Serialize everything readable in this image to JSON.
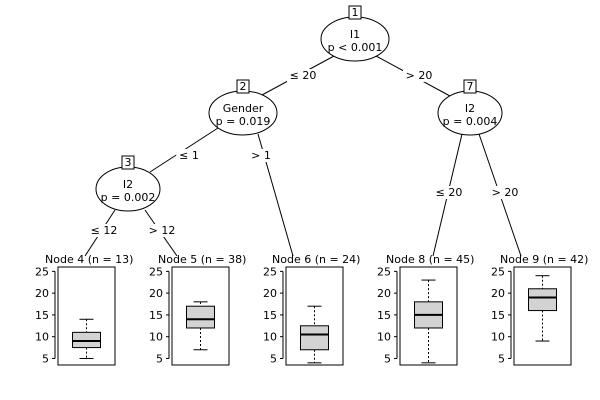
{
  "chart_data": {
    "type": "decision-tree-boxplot",
    "y_ticks": [
      5,
      10,
      15,
      20,
      25
    ],
    "ylim": [
      3.5,
      26
    ],
    "inner_nodes": [
      {
        "id": "1",
        "variable": "I1",
        "p_label": "p < 0.001"
      },
      {
        "id": "2",
        "variable": "Gender",
        "p_label": "p = 0.019"
      },
      {
        "id": "3",
        "variable": "I2",
        "p_label": "p = 0.002"
      },
      {
        "id": "7",
        "variable": "I2",
        "p_label": "p = 0.004"
      }
    ],
    "edges": [
      {
        "from": "1",
        "to": "2",
        "label": "≤ 20"
      },
      {
        "from": "1",
        "to": "7",
        "label": "> 20"
      },
      {
        "from": "2",
        "to": "3",
        "label": "≤ 1"
      },
      {
        "from": "2",
        "to": "6",
        "label": "> 1"
      },
      {
        "from": "3",
        "to": "4",
        "label": "≤ 12"
      },
      {
        "from": "3",
        "to": "5",
        "label": "> 12"
      },
      {
        "from": "7",
        "to": "8",
        "label": "≤ 20"
      },
      {
        "from": "7",
        "to": "9",
        "label": "> 20"
      }
    ],
    "terminal_nodes": [
      {
        "id": "4",
        "label": "Node 4 (n = 13)",
        "min": 5,
        "q1": 7.5,
        "median": 9,
        "q3": 11,
        "max": 14
      },
      {
        "id": "5",
        "label": "Node 5 (n = 38)",
        "min": 7,
        "q1": 12,
        "median": 14,
        "q3": 17,
        "max": 18
      },
      {
        "id": "6",
        "label": "Node 6 (n = 24)",
        "min": 4,
        "q1": 7,
        "median": 10.5,
        "q3": 12.5,
        "max": 17
      },
      {
        "id": "8",
        "label": "Node 8 (n = 45)",
        "min": 4,
        "q1": 12,
        "median": 15,
        "q3": 18,
        "max": 23
      },
      {
        "id": "9",
        "label": "Node 9 (n = 42)",
        "min": 9,
        "q1": 16,
        "median": 19,
        "q3": 21,
        "max": 24
      }
    ]
  }
}
